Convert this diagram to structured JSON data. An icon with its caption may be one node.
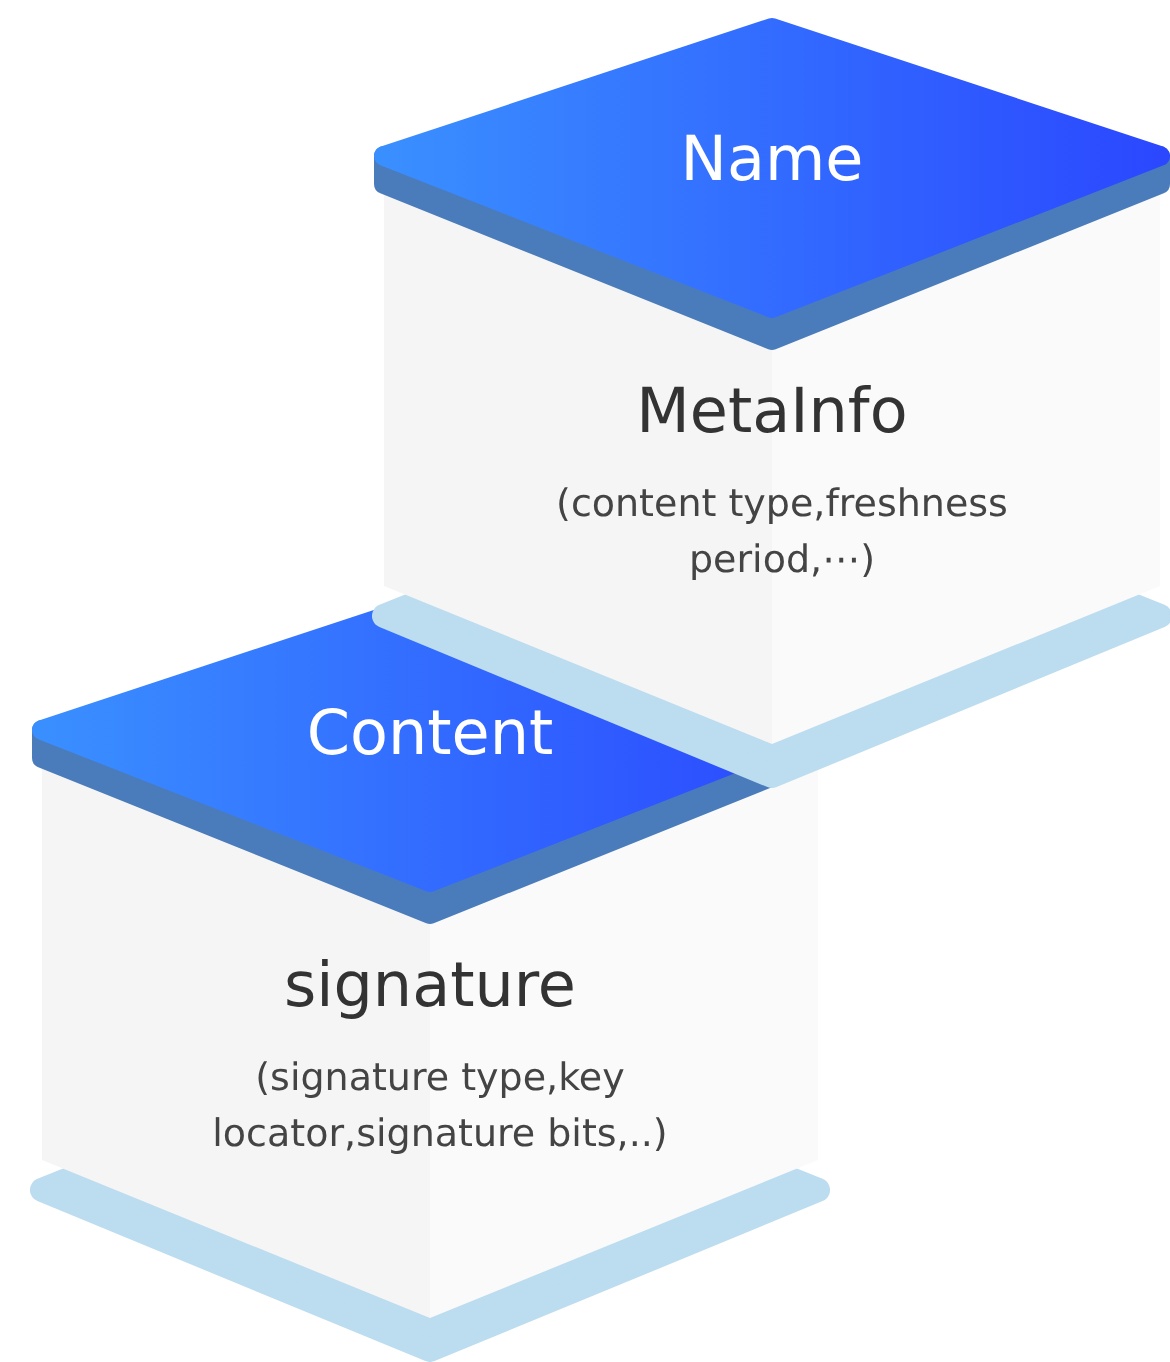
{
  "diagram": {
    "nodes": [
      {
        "text": [
          "Name",
          "MetaInfo",
          "(content type,freshness period,⋯)"
        ]
      },
      {
        "text": [
          "Content",
          "signature",
          "(signature type,key locator,signature bits,..)"
        ]
      }
    ]
  }
}
